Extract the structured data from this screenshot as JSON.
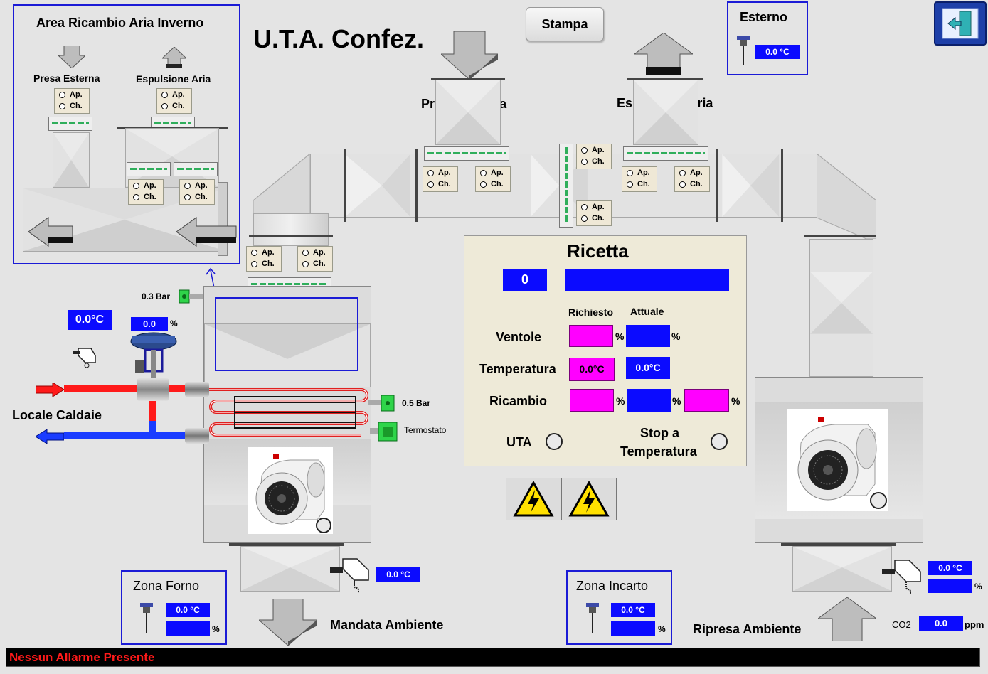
{
  "header": {
    "title": "U.T.A. Confez.",
    "print_button": "Stampa"
  },
  "inset": {
    "title": "Area Ricambio Aria Inverno",
    "presa_label": "Presa Esterna",
    "espulsione_label": "Espulsione Aria"
  },
  "damper": {
    "open": "Ap.",
    "closed": "Ch."
  },
  "main_labels": {
    "presa_esterna": "Presa Esterna",
    "espulsione_aria": "Espulsione Aria"
  },
  "esterno": {
    "title": "Esterno",
    "temperature": "0.0 °C"
  },
  "ricetta": {
    "title": "Ricetta",
    "recipe_number": "0",
    "recipe_name": "",
    "col_requested": "Richiesto",
    "col_actual": "Attuale",
    "ventole_label": "Ventole",
    "temperatura_label": "Temperatura",
    "ricambio_label": "Ricambio",
    "temp_requested": "0.0°C",
    "temp_actual": "0.0°C",
    "percent": "%",
    "uta_label": "UTA",
    "stop_label_1": "Stop a",
    "stop_label_2": "Temperatura"
  },
  "heating": {
    "pressure_in": "0.3 Bar",
    "pressure_out": "0.5 Bar",
    "thermostat": "Termostato",
    "water_temp": "0.0°C",
    "valve_position": "0.0",
    "percent": "%",
    "boiler_label": "Locale Caldaie"
  },
  "mandata": {
    "label": "Mandata Ambiente",
    "temperature": "0.0 °C"
  },
  "ripresa": {
    "label": "Ripresa Ambiente",
    "temperature": "0.0 °C",
    "percent": "%",
    "co2_label": "CO2",
    "co2_value": "0.0",
    "co2_unit": "ppm"
  },
  "zona_forno": {
    "title": "Zona Forno",
    "temperature": "0.0 °C",
    "percent": "%"
  },
  "zona_incarto": {
    "title": "Zona Incarto",
    "temperature": "0.0 °C",
    "percent": "%"
  },
  "alarm": {
    "message": "Nessun Allarme Presente"
  },
  "colors": {
    "accent_blue": "#0b0bff",
    "setpoint_magenta": "#ff00ff",
    "alarm_red": "#ff1a1a",
    "hot_water": "#ff1a1a",
    "cold_water": "#1a3cff"
  }
}
